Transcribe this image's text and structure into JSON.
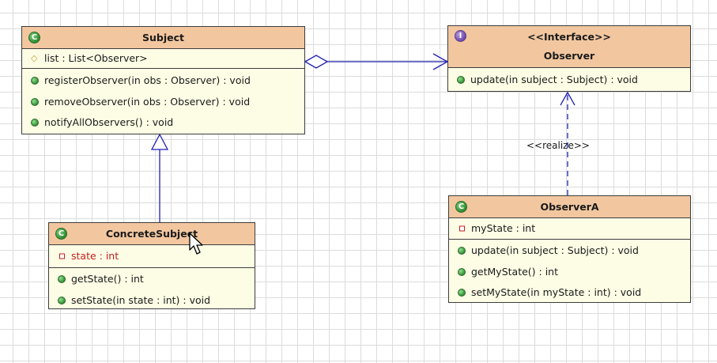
{
  "classes": {
    "subject": {
      "name": "Subject",
      "icon_letter": "C",
      "attributes": [
        {
          "visibility": "protected",
          "text": "list : List<Observer>"
        }
      ],
      "operations": [
        "registerObserver(in obs : Observer) : void",
        "removeObserver(in obs : Observer) : void",
        "notifyAllObservers() : void"
      ]
    },
    "observer": {
      "stereotype": "<<Interface>>",
      "name": "Observer",
      "icon_letter": "I",
      "operations": [
        "update(in subject : Subject) : void"
      ]
    },
    "concrete_subject": {
      "name": "ConcreteSubject",
      "icon_letter": "C",
      "attributes": [
        {
          "visibility": "private",
          "text": "state : int"
        }
      ],
      "operations": [
        "getState() : int",
        "setState(in state : int) : void"
      ]
    },
    "observer_a": {
      "name": "ObserverA",
      "icon_letter": "C",
      "attributes": [
        {
          "visibility": "private",
          "text": "myState : int"
        }
      ],
      "operations": [
        "update(in subject : Subject) : void",
        "getMyState() : int",
        "setMyState(in myState : int) : void"
      ]
    }
  },
  "relations": {
    "realize_label": "<<realize>>"
  },
  "colors": {
    "header": "#f2c7a0",
    "body": "#fdfde6",
    "link": "#1f1fb4"
  }
}
